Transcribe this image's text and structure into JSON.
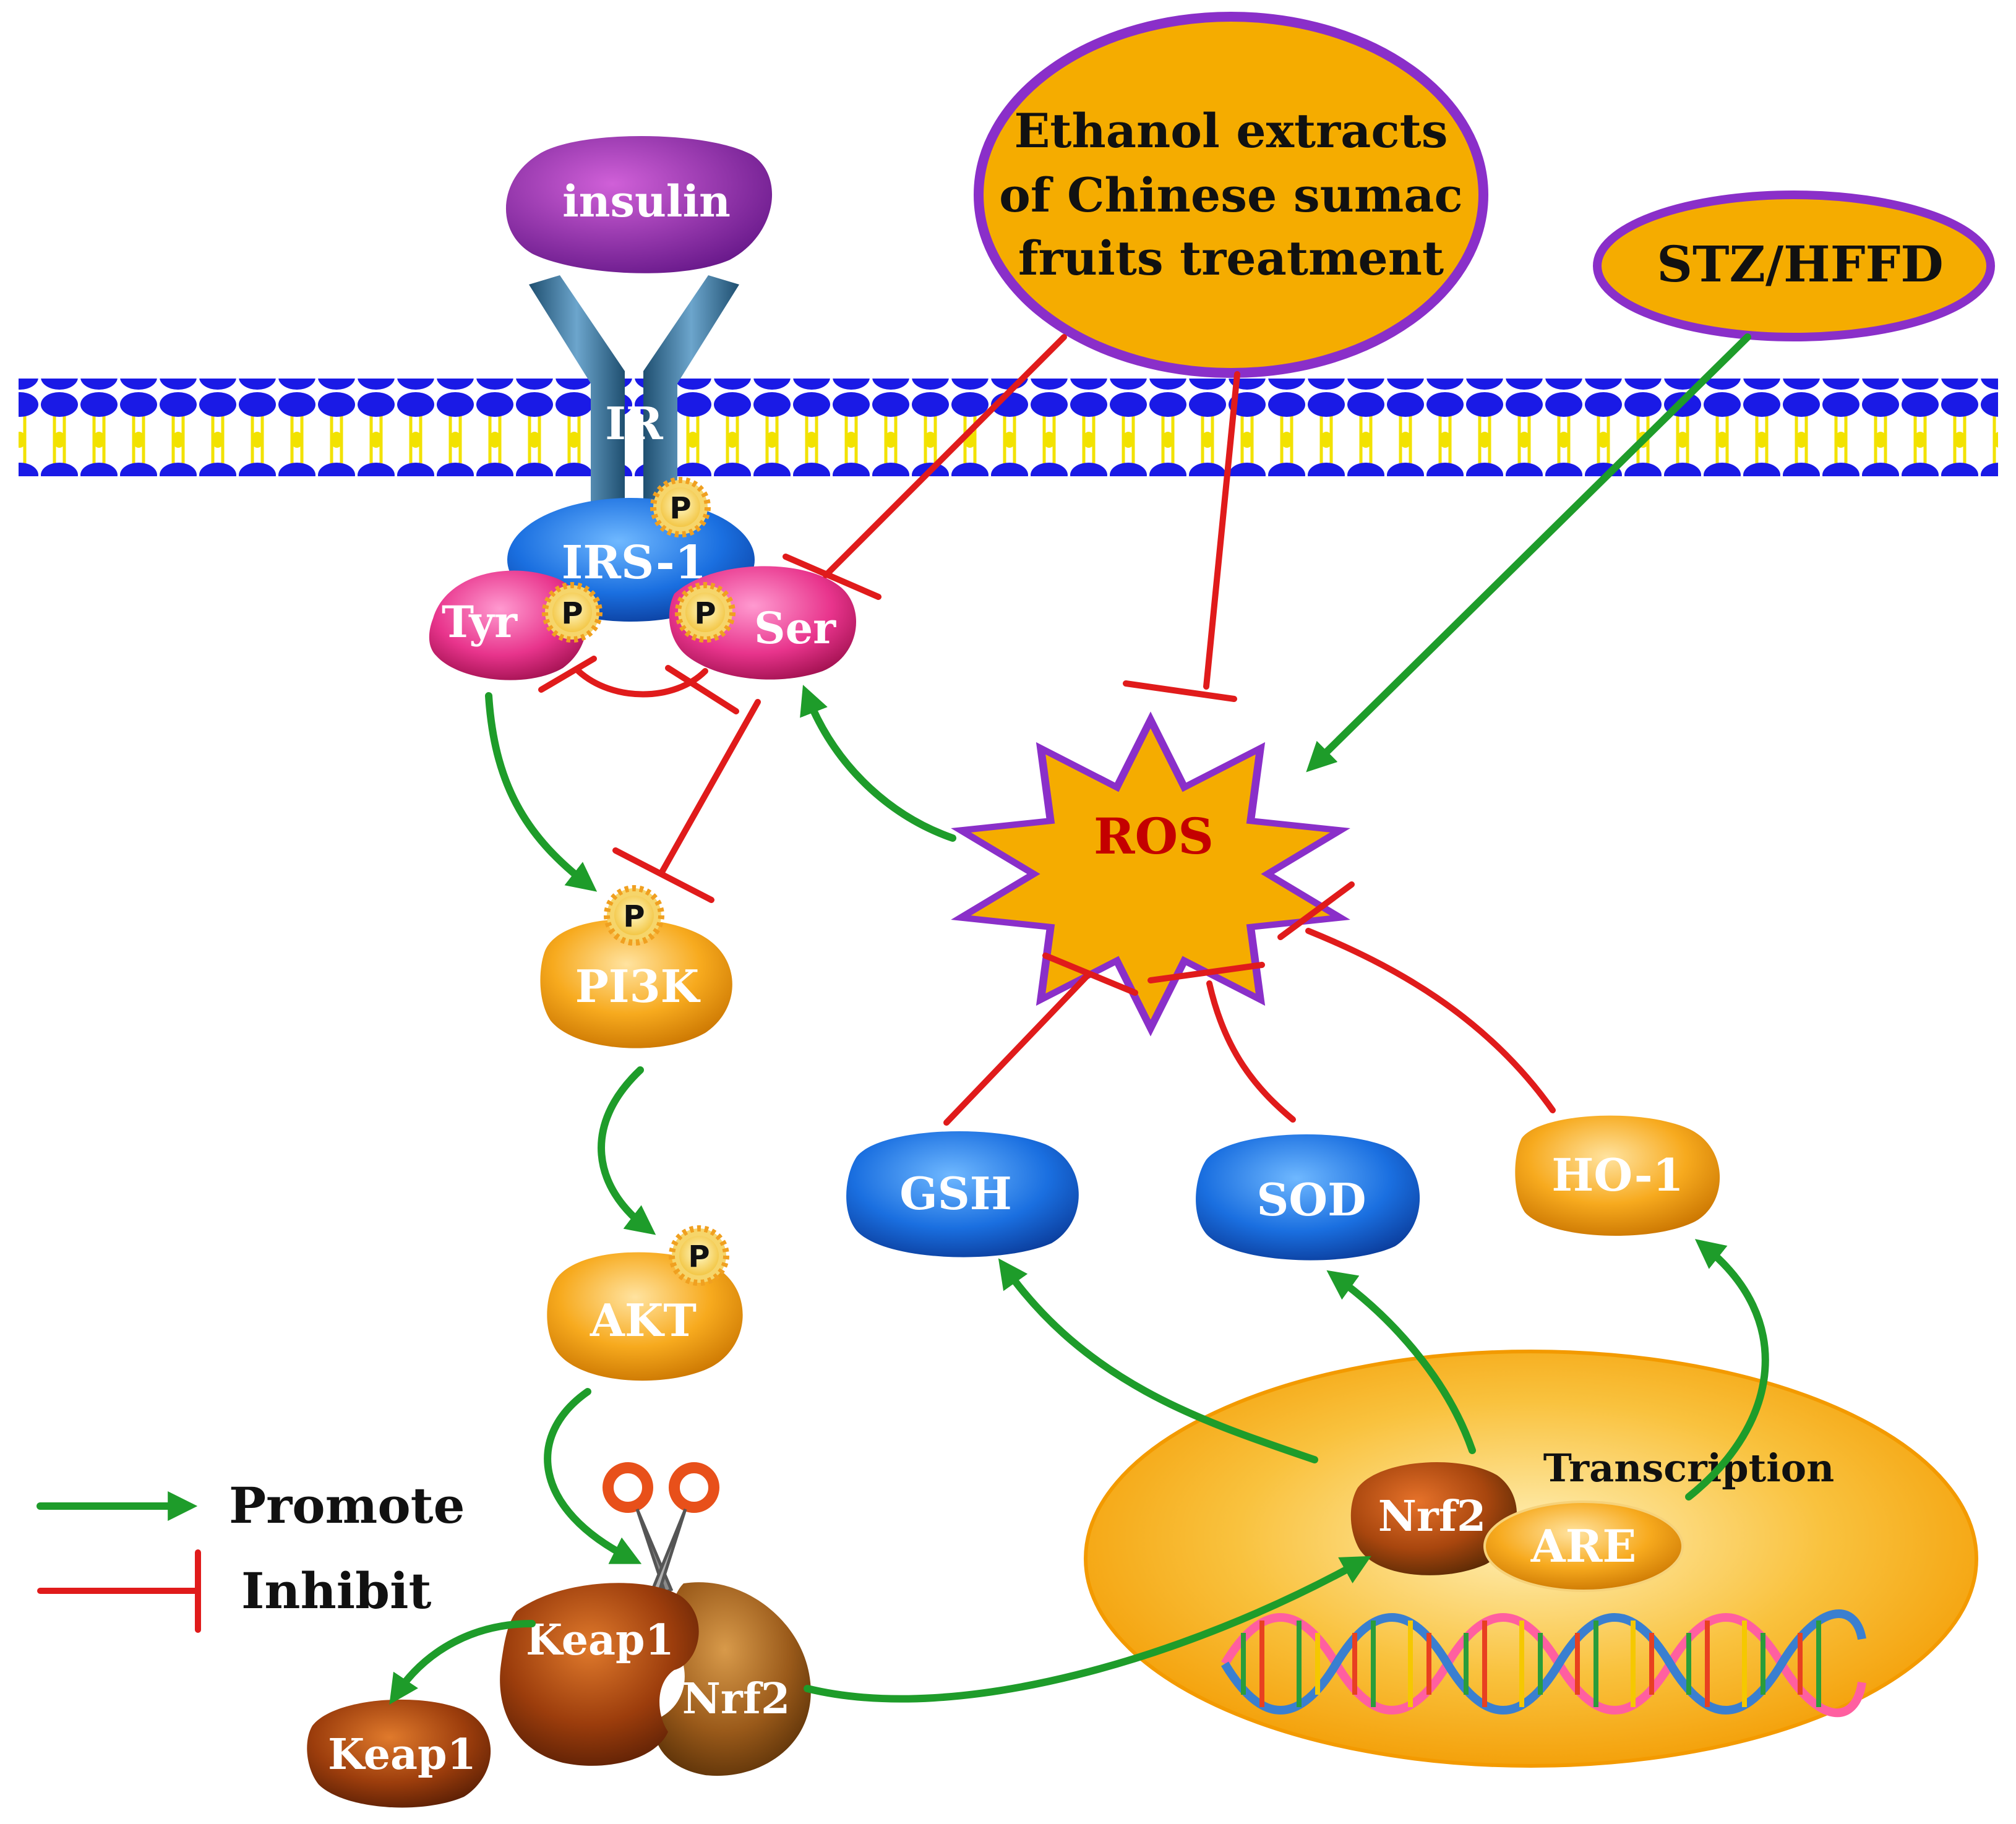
{
  "labels": {
    "insulin": "insulin",
    "ir": "IR",
    "irs1": "IRS-1",
    "tyr": "Tyr",
    "ser": "Ser",
    "phospho": "P",
    "pi3k": "PI3K",
    "akt": "AKT",
    "keap1": "Keap1",
    "nrf2": "Nrf2",
    "keap1_free": "Keap1",
    "ros": "ROS",
    "gsh": "GSH",
    "sod": "SOD",
    "ho1": "HO-1",
    "nucleus_nrf2": "Nrf2",
    "are": "ARE",
    "transcription": "Transcription",
    "treatment_line1": "Ethanol extracts",
    "treatment_line2": "of Chinese sumac",
    "treatment_line3": "fruits treatment",
    "stz": "STZ/HFFD"
  },
  "legend": {
    "promote": "Promote",
    "inhibit": "Inhibit"
  },
  "colors": {
    "promote_arrow": "#1e9c2a",
    "inhibit_line": "#e01b1b",
    "membrane_head": "#1a1ae6",
    "membrane_tail": "#f2e200",
    "ellipse_fill": "#f5ac00",
    "ellipse_border": "#8a2fc9",
    "ros_text": "#c40000"
  }
}
